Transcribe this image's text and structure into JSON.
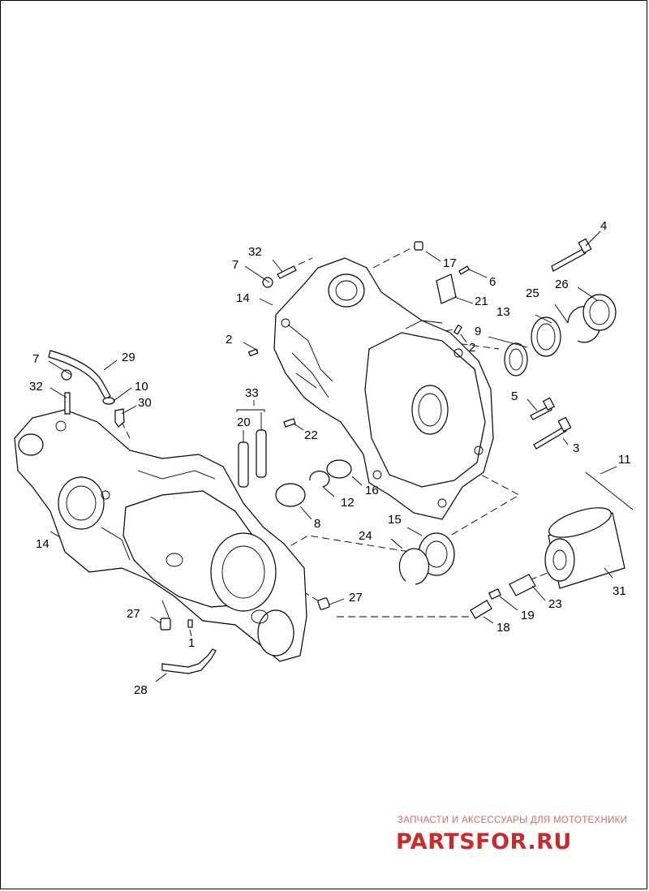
{
  "diagram": {
    "callouts": [
      "1",
      "2",
      "2",
      "3",
      "4",
      "5",
      "6",
      "7",
      "7",
      "8",
      "9",
      "10",
      "11",
      "12",
      "13",
      "14",
      "14",
      "15",
      "16",
      "17",
      "18",
      "19",
      "20",
      "21",
      "22",
      "23",
      "24",
      "25",
      "26",
      "27",
      "27",
      "28",
      "29",
      "30",
      "31",
      "32",
      "32",
      "33"
    ],
    "watermark": {
      "tagline": "ЗАПЧАСТИ И АКСЕССУАРЫ ДЛЯ МОТОТЕХНИКИ",
      "logo": "PARTSFOR.RU",
      "color": "#cc2a2a"
    }
  }
}
